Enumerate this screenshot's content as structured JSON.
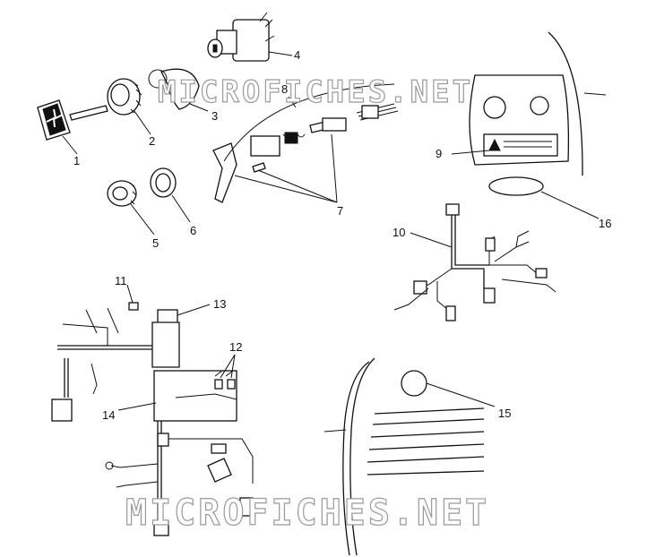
{
  "watermark": {
    "top": "MICROFICHES.NET",
    "bottom": "MICROFICHES.NET"
  },
  "callouts": [
    {
      "id": "c1",
      "label": "1"
    },
    {
      "id": "c2",
      "label": "2"
    },
    {
      "id": "c3",
      "label": "3"
    },
    {
      "id": "c4",
      "label": "4"
    },
    {
      "id": "c5",
      "label": "5"
    },
    {
      "id": "c6",
      "label": "6"
    },
    {
      "id": "c7",
      "label": "7"
    },
    {
      "id": "c8",
      "label": "8"
    },
    {
      "id": "c9",
      "label": "9"
    },
    {
      "id": "c10",
      "label": "10"
    },
    {
      "id": "c11",
      "label": "11"
    },
    {
      "id": "c12",
      "label": "12"
    },
    {
      "id": "c13",
      "label": "13"
    },
    {
      "id": "c14",
      "label": "14"
    },
    {
      "id": "c15",
      "label": "15"
    },
    {
      "id": "c16",
      "label": "16"
    }
  ]
}
